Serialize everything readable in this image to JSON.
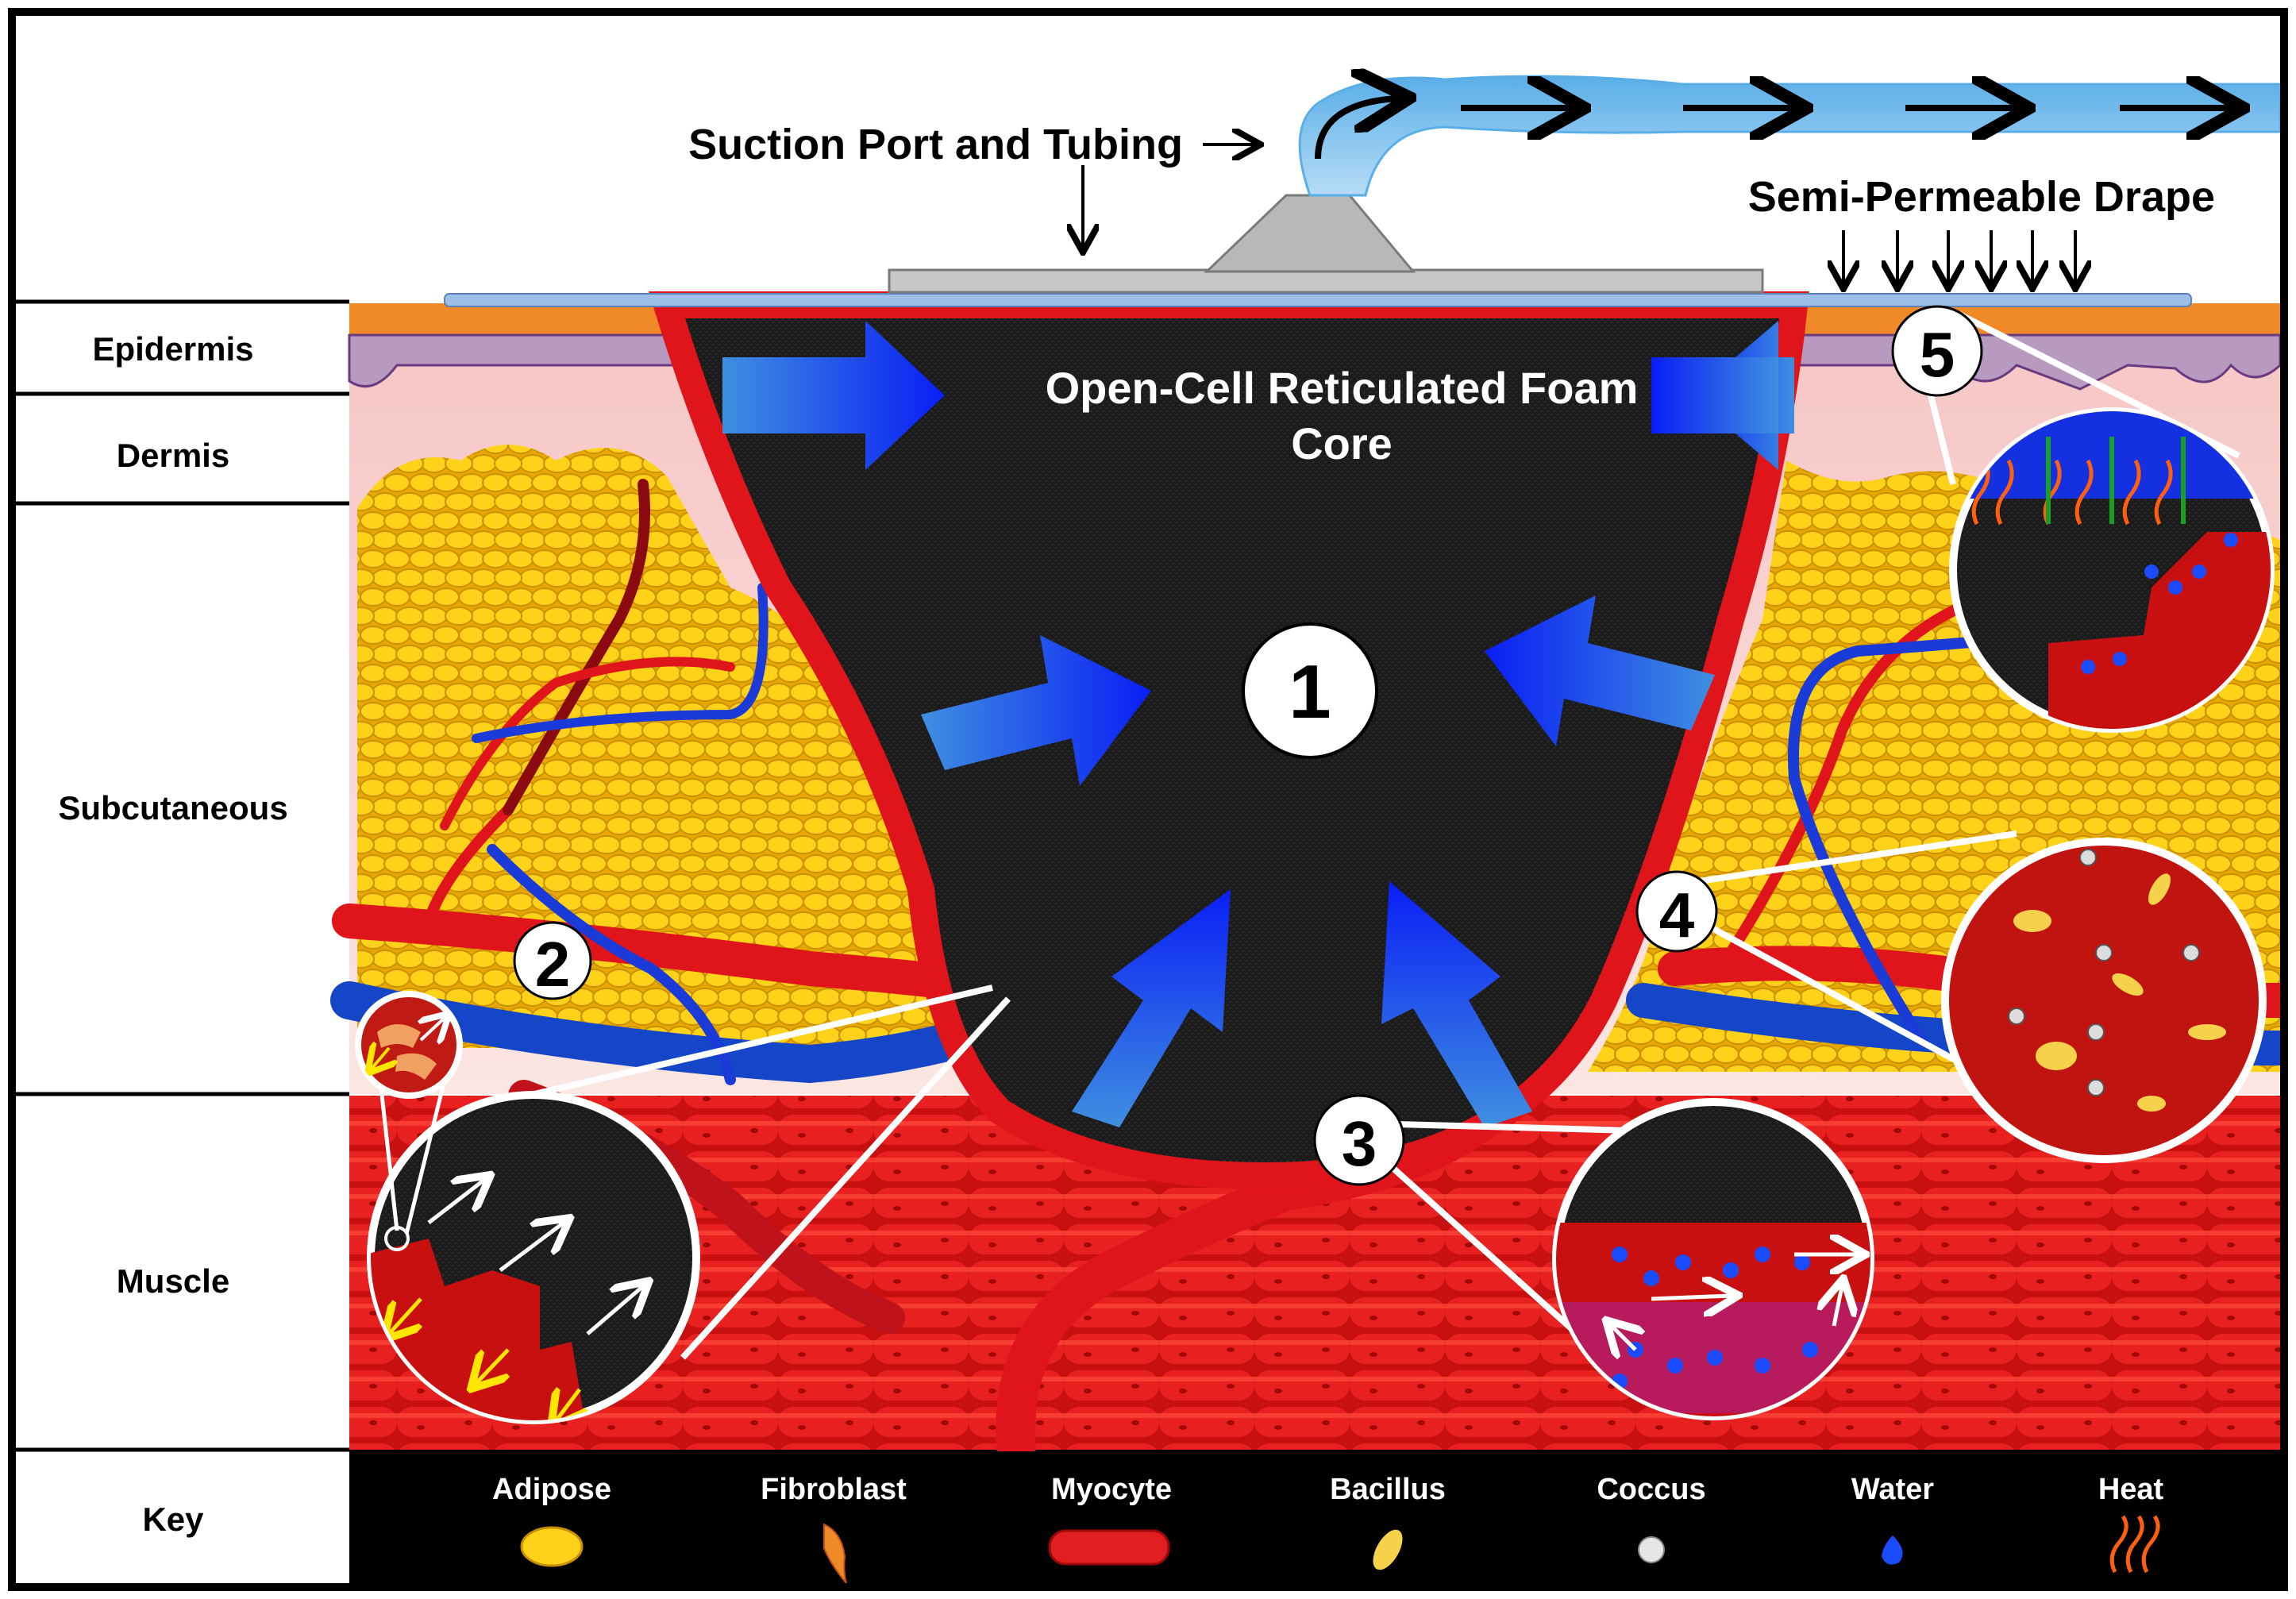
{
  "labels": {
    "suction": "Suction Port and Tubing",
    "drape": "Semi-Permeable Drape",
    "foam_line1": "Open-Cell Reticulated Foam",
    "foam_line2": "Core"
  },
  "layers": [
    {
      "key": "epidermis",
      "label": "Epidermis"
    },
    {
      "key": "dermis",
      "label": "Dermis"
    },
    {
      "key": "subcutaneous",
      "label": "Subcutaneous"
    },
    {
      "key": "muscle",
      "label": "Muscle"
    },
    {
      "key": "key",
      "label": "Key"
    }
  ],
  "callouts": [
    "1",
    "2",
    "3",
    "4",
    "5"
  ],
  "key_items": [
    {
      "label": "Adipose",
      "icon": "adipose-icon"
    },
    {
      "label": "Fibroblast",
      "icon": "fibroblast-icon"
    },
    {
      "label": "Myocyte",
      "icon": "myocyte-icon"
    },
    {
      "label": "Bacillus",
      "icon": "bacillus-icon"
    },
    {
      "label": "Coccus",
      "icon": "coccus-icon"
    },
    {
      "label": "Water",
      "icon": "water-icon"
    },
    {
      "label": "Heat",
      "icon": "heat-icon"
    }
  ],
  "colors": {
    "foam": "#1c1c1c",
    "artery": "#e0141b",
    "vein": "#1546c8",
    "fat": "#f5c400",
    "muscle": "#d81818",
    "arrow": "#1e3cf0",
    "skin": "#f08a28"
  }
}
